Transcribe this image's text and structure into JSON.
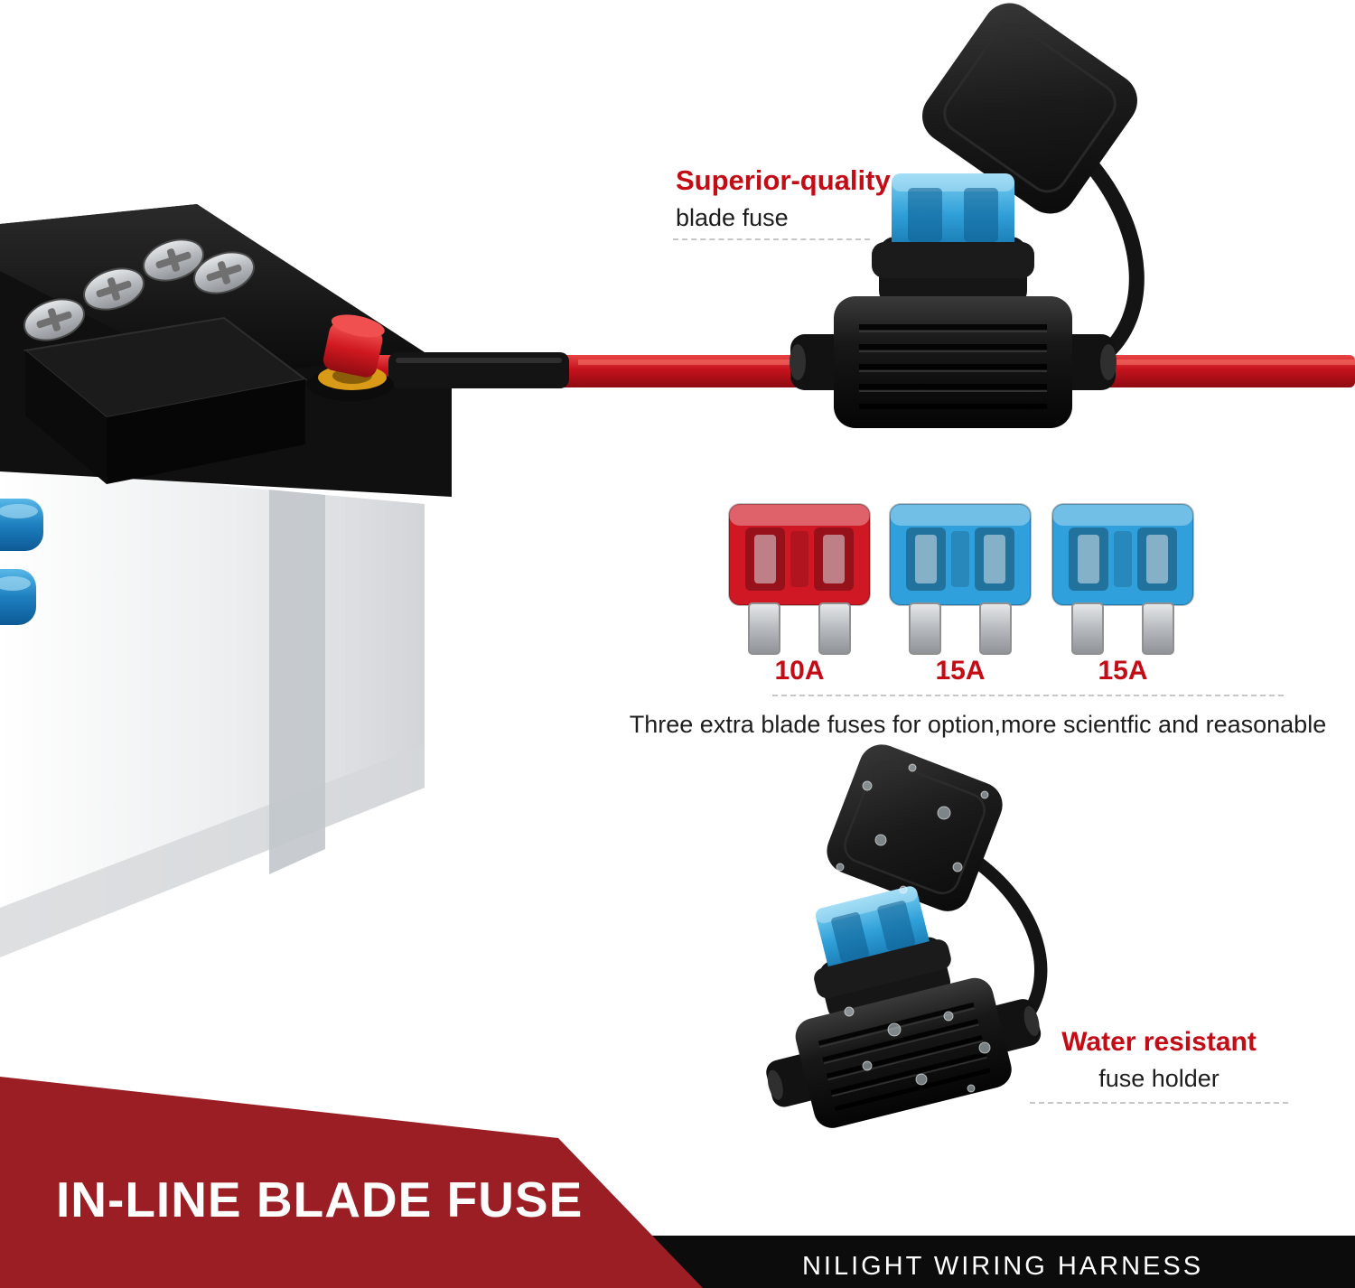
{
  "annotations": {
    "superior_quality": {
      "title": "Superior-quality",
      "subtitle": "blade fuse"
    },
    "water_resistant": {
      "title": "Water resistant",
      "subtitle": "fuse holder"
    }
  },
  "extra_fuses": {
    "items": [
      {
        "label": "10A",
        "color": "#d01825"
      },
      {
        "label": "15A",
        "color": "#2fa0dc"
      },
      {
        "label": "15A",
        "color": "#2fa0dc"
      }
    ],
    "caption": "Three extra blade fuses for option,more scientfic and reasonable"
  },
  "banner": {
    "title": "IN-LINE BLADE FUSE",
    "color": "#9b1e24"
  },
  "footer": {
    "brand": "NILIGHT WIRING HARNESS",
    "color": "#0c0c0c"
  },
  "colors": {
    "accent_red": "#c30d16",
    "wire_red": "#c4121c",
    "fuse_blue": "#2fa0dc",
    "fuse_red": "#d01825",
    "dashed_line": "#c6c6c6"
  }
}
